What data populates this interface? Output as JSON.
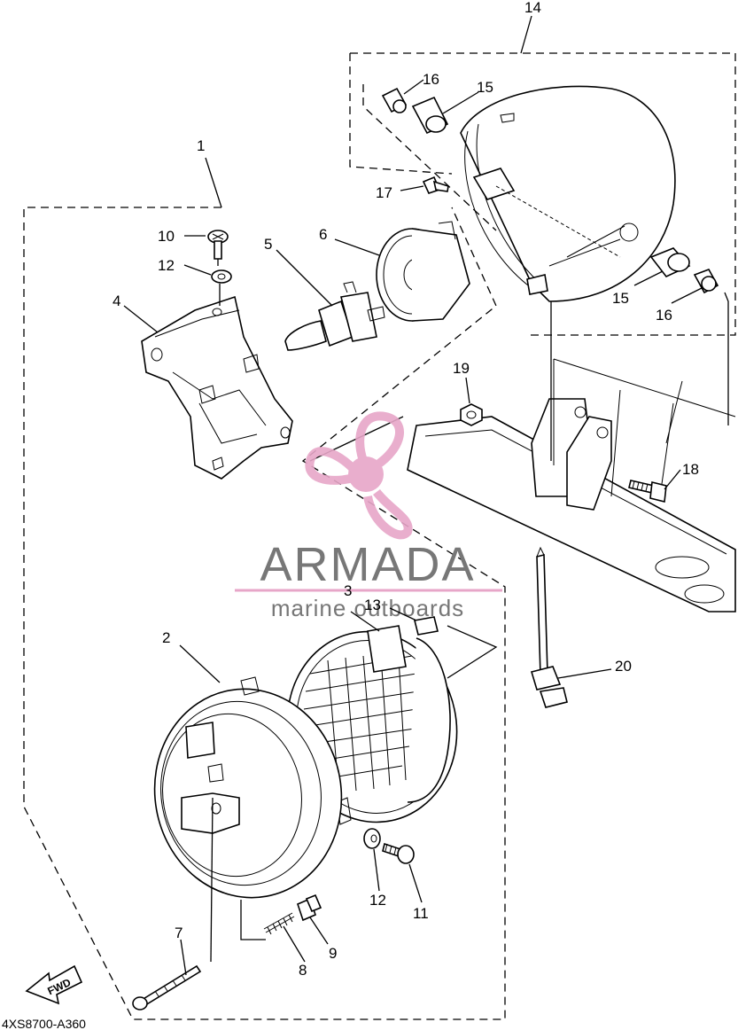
{
  "callouts": [
    {
      "id": "1",
      "text": "1"
    },
    {
      "id": "2",
      "text": "2"
    },
    {
      "id": "3",
      "text": "3"
    },
    {
      "id": "4",
      "text": "4"
    },
    {
      "id": "5",
      "text": "5"
    },
    {
      "id": "6",
      "text": "6"
    },
    {
      "id": "7",
      "text": "7"
    },
    {
      "id": "8",
      "text": "8"
    },
    {
      "id": "9",
      "text": "9"
    },
    {
      "id": "10",
      "text": "10"
    },
    {
      "id": "11",
      "text": "11"
    },
    {
      "id": "12a",
      "text": "12"
    },
    {
      "id": "12b",
      "text": "12"
    },
    {
      "id": "13",
      "text": "13"
    },
    {
      "id": "14",
      "text": "14"
    },
    {
      "id": "15a",
      "text": "15"
    },
    {
      "id": "15b",
      "text": "15"
    },
    {
      "id": "16a",
      "text": "16"
    },
    {
      "id": "16b",
      "text": "16"
    },
    {
      "id": "17",
      "text": "17"
    },
    {
      "id": "18",
      "text": "18"
    },
    {
      "id": "19",
      "text": "19"
    },
    {
      "id": "20",
      "text": "20"
    }
  ],
  "fwd_label": "FWD",
  "diagram_code": "4XS8700-A360",
  "watermark": {
    "brand": "ARMADA",
    "tagline": "marine outboards",
    "logo_color": "#e7a6c8",
    "text_color": "#777777"
  }
}
